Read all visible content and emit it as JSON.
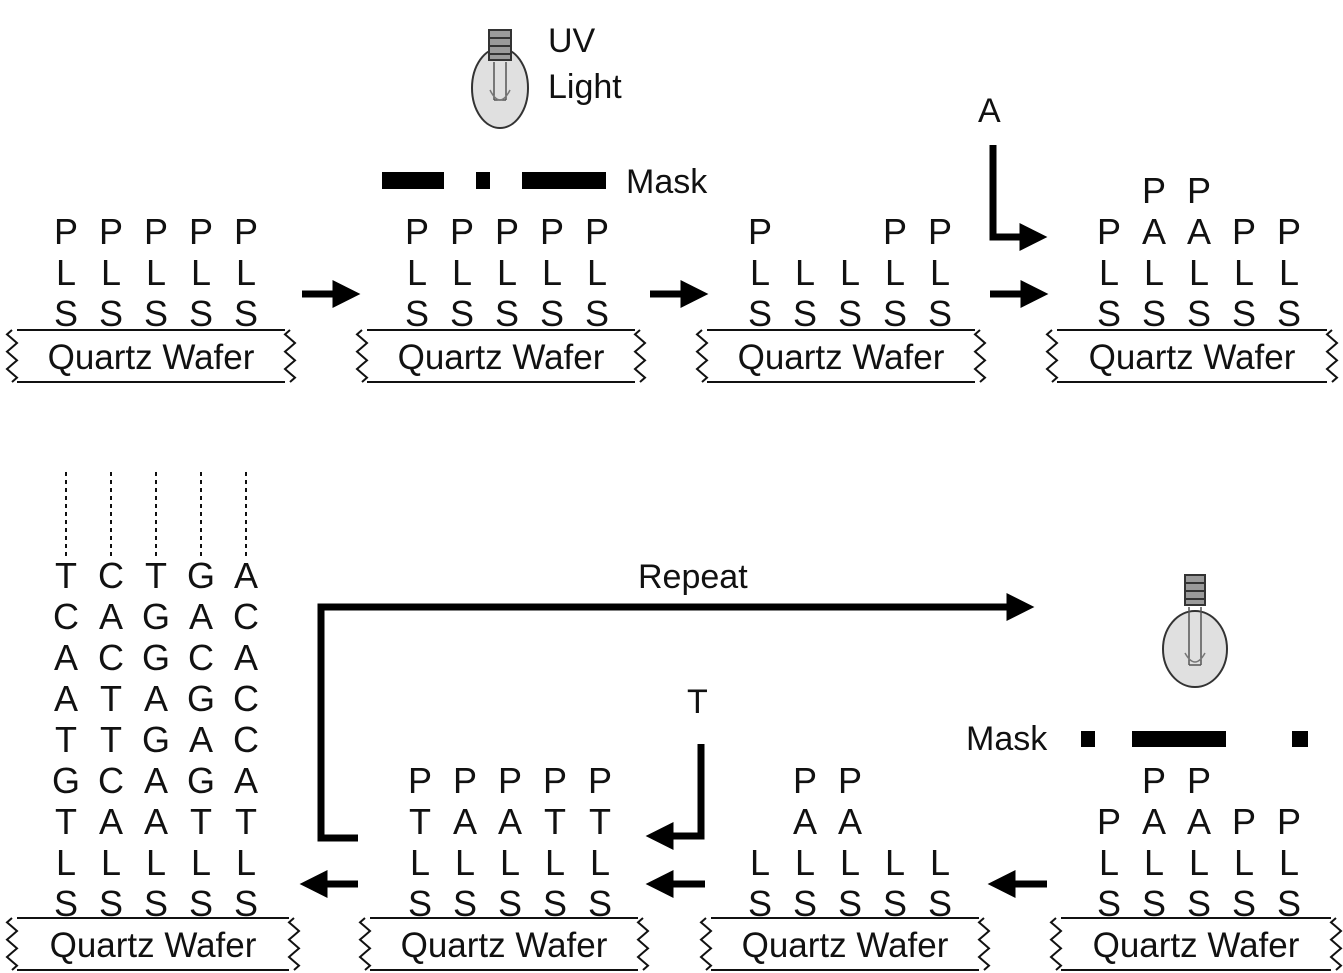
{
  "labels": {
    "uv": "UV",
    "light": "Light",
    "mask": "Mask",
    "repeat": "Repeat",
    "wafer": "Quartz Wafer",
    "reagent_a": "A",
    "reagent_t": "T"
  },
  "stages": [
    {
      "columns": [
        [
          "P",
          "L",
          "S"
        ],
        [
          "P",
          "L",
          "S"
        ],
        [
          "P",
          "L",
          "S"
        ],
        [
          "P",
          "L",
          "S"
        ],
        [
          "P",
          "L",
          "S"
        ]
      ]
    },
    {
      "columns": [
        [
          "P",
          "L",
          "S"
        ],
        [
          "P",
          "L",
          "S"
        ],
        [
          "P",
          "L",
          "S"
        ],
        [
          "P",
          "L",
          "S"
        ],
        [
          "P",
          "L",
          "S"
        ]
      ]
    },
    {
      "columns": [
        [
          "P",
          "L",
          "S"
        ],
        [
          "",
          "L",
          "S"
        ],
        [
          "",
          "L",
          "S"
        ],
        [
          "P",
          "L",
          "S"
        ],
        [
          "P",
          "L",
          "S"
        ]
      ]
    },
    {
      "columns": [
        [
          "",
          "P",
          "L",
          "S"
        ],
        [
          "P",
          "A",
          "L",
          "S"
        ],
        [
          "P",
          "A",
          "L",
          "S"
        ],
        [
          "",
          "P",
          "L",
          "S"
        ],
        [
          "",
          "P",
          "L",
          "S"
        ]
      ]
    },
    {
      "columns": [
        [
          "",
          "P",
          "L",
          "S"
        ],
        [
          "P",
          "A",
          "L",
          "S"
        ],
        [
          "P",
          "A",
          "L",
          "S"
        ],
        [
          "",
          "P",
          "L",
          "S"
        ],
        [
          "",
          "P",
          "L",
          "S"
        ]
      ]
    },
    {
      "columns": [
        [
          "",
          "",
          "L",
          "S"
        ],
        [
          "P",
          "A",
          "L",
          "S"
        ],
        [
          "P",
          "A",
          "L",
          "S"
        ],
        [
          "",
          "",
          "L",
          "S"
        ],
        [
          "",
          "",
          "L",
          "S"
        ]
      ]
    },
    {
      "columns": [
        [
          "P",
          "T",
          "L",
          "S"
        ],
        [
          "P",
          "A",
          "L",
          "S"
        ],
        [
          "P",
          "A",
          "L",
          "S"
        ],
        [
          "P",
          "T",
          "L",
          "S"
        ],
        [
          "P",
          "T",
          "L",
          "S"
        ]
      ]
    },
    {
      "columns": [
        [
          "T",
          "C",
          "A",
          "A",
          "T",
          "G",
          "T",
          "L",
          "S"
        ],
        [
          "C",
          "A",
          "C",
          "T",
          "T",
          "C",
          "A",
          "L",
          "S"
        ],
        [
          "T",
          "G",
          "G",
          "A",
          "G",
          "A",
          "A",
          "L",
          "S"
        ],
        [
          "G",
          "A",
          "C",
          "G",
          "A",
          "G",
          "T",
          "L",
          "S"
        ],
        [
          "A",
          "C",
          "A",
          "C",
          "C",
          "A",
          "T",
          "L",
          "S"
        ]
      ]
    }
  ]
}
